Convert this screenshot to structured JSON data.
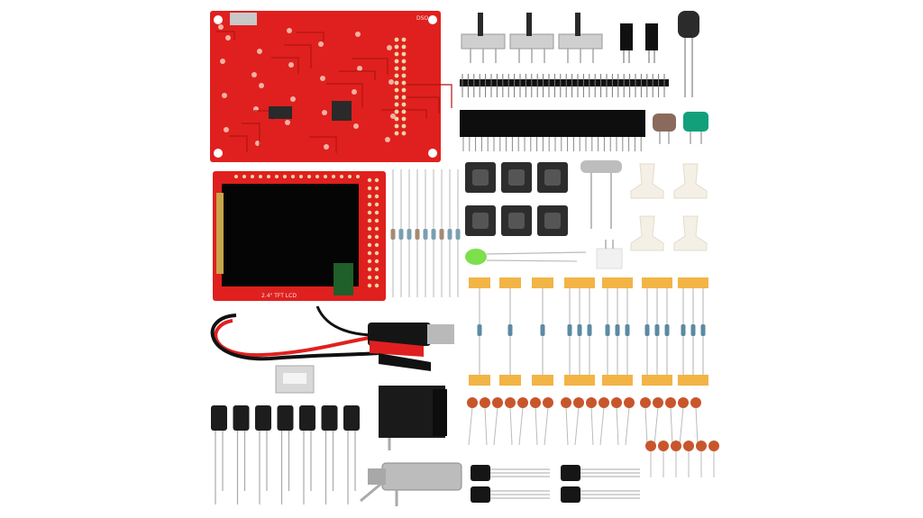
{
  "product_photo": {
    "main_board": {
      "label": "DSO"
    },
    "lcd_board": {
      "label": "2.4\" TFT LCD"
    },
    "colors": {
      "pcb_red": "#e0201e",
      "lcd_black": "#050505",
      "resistor_tape": "#f2b445",
      "ceramic_cap": "#c8562c",
      "electrolytic_cap": "#1d1d1d",
      "led_green": "#7be04b",
      "plastic_white": "#f4f0e6",
      "green_cap": "#12a07a",
      "brown_cap": "#8a6a5c"
    },
    "parts": [
      {
        "name": "main-pcb",
        "icon": "circuit-board-icon"
      },
      {
        "name": "tft-lcd-module",
        "icon": "lcd-screen-icon"
      },
      {
        "name": "probe-cable",
        "icon": "bnc-cable-icon"
      },
      {
        "name": "slide-switches",
        "icon": "slide-switch-icon",
        "count": 3
      },
      {
        "name": "jumper-headers",
        "icon": "header-icon",
        "count": 2
      },
      {
        "name": "inductor",
        "icon": "inductor-icon",
        "count": 1
      },
      {
        "name": "pin-header-strip",
        "icon": "pin-header-icon"
      },
      {
        "name": "female-header-strip",
        "icon": "female-header-icon"
      },
      {
        "name": "tactile-buttons",
        "icon": "push-button-icon",
        "count": 6
      },
      {
        "name": "crystal-oscillator",
        "icon": "crystal-icon",
        "count": 1
      },
      {
        "name": "standoffs",
        "icon": "standoff-icon",
        "count": 4
      },
      {
        "name": "green-led",
        "icon": "led-icon",
        "count": 1
      },
      {
        "name": "resistor-tapes",
        "icon": "resistor-icon",
        "count": 7
      },
      {
        "name": "ceramic-capacitors",
        "icon": "ceramic-capacitor-icon"
      },
      {
        "name": "electrolytic-capacitors",
        "icon": "electrolytic-capacitor-icon",
        "count": 7
      },
      {
        "name": "mini-usb-connector",
        "icon": "usb-connector-icon",
        "count": 1
      },
      {
        "name": "dc-power-jack",
        "icon": "power-jack-icon",
        "count": 1
      },
      {
        "name": "bnc-connector",
        "icon": "bnc-connector-icon",
        "count": 1
      },
      {
        "name": "transistors",
        "icon": "transistor-icon",
        "count": 4
      }
    ]
  }
}
